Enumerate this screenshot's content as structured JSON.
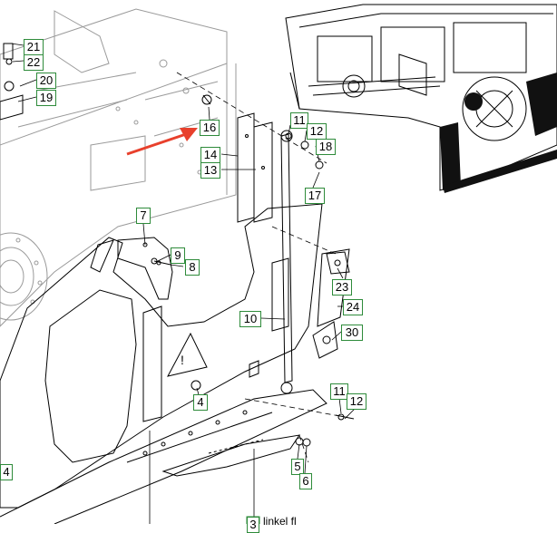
{
  "diagram": {
    "part_callouts": [
      "21",
      "22",
      "20",
      "19",
      "16",
      "14",
      "13",
      "11",
      "12",
      "18",
      "17",
      "7",
      "9",
      "8",
      "23",
      "24",
      "10",
      "30",
      "4",
      "4",
      "11",
      "12",
      "5",
      "6",
      "3"
    ],
    "bottom_text": "linkel fl",
    "colors": {
      "callout_border": "#2e8b3a",
      "arrow": "#e8402c",
      "line": "#000000"
    }
  }
}
